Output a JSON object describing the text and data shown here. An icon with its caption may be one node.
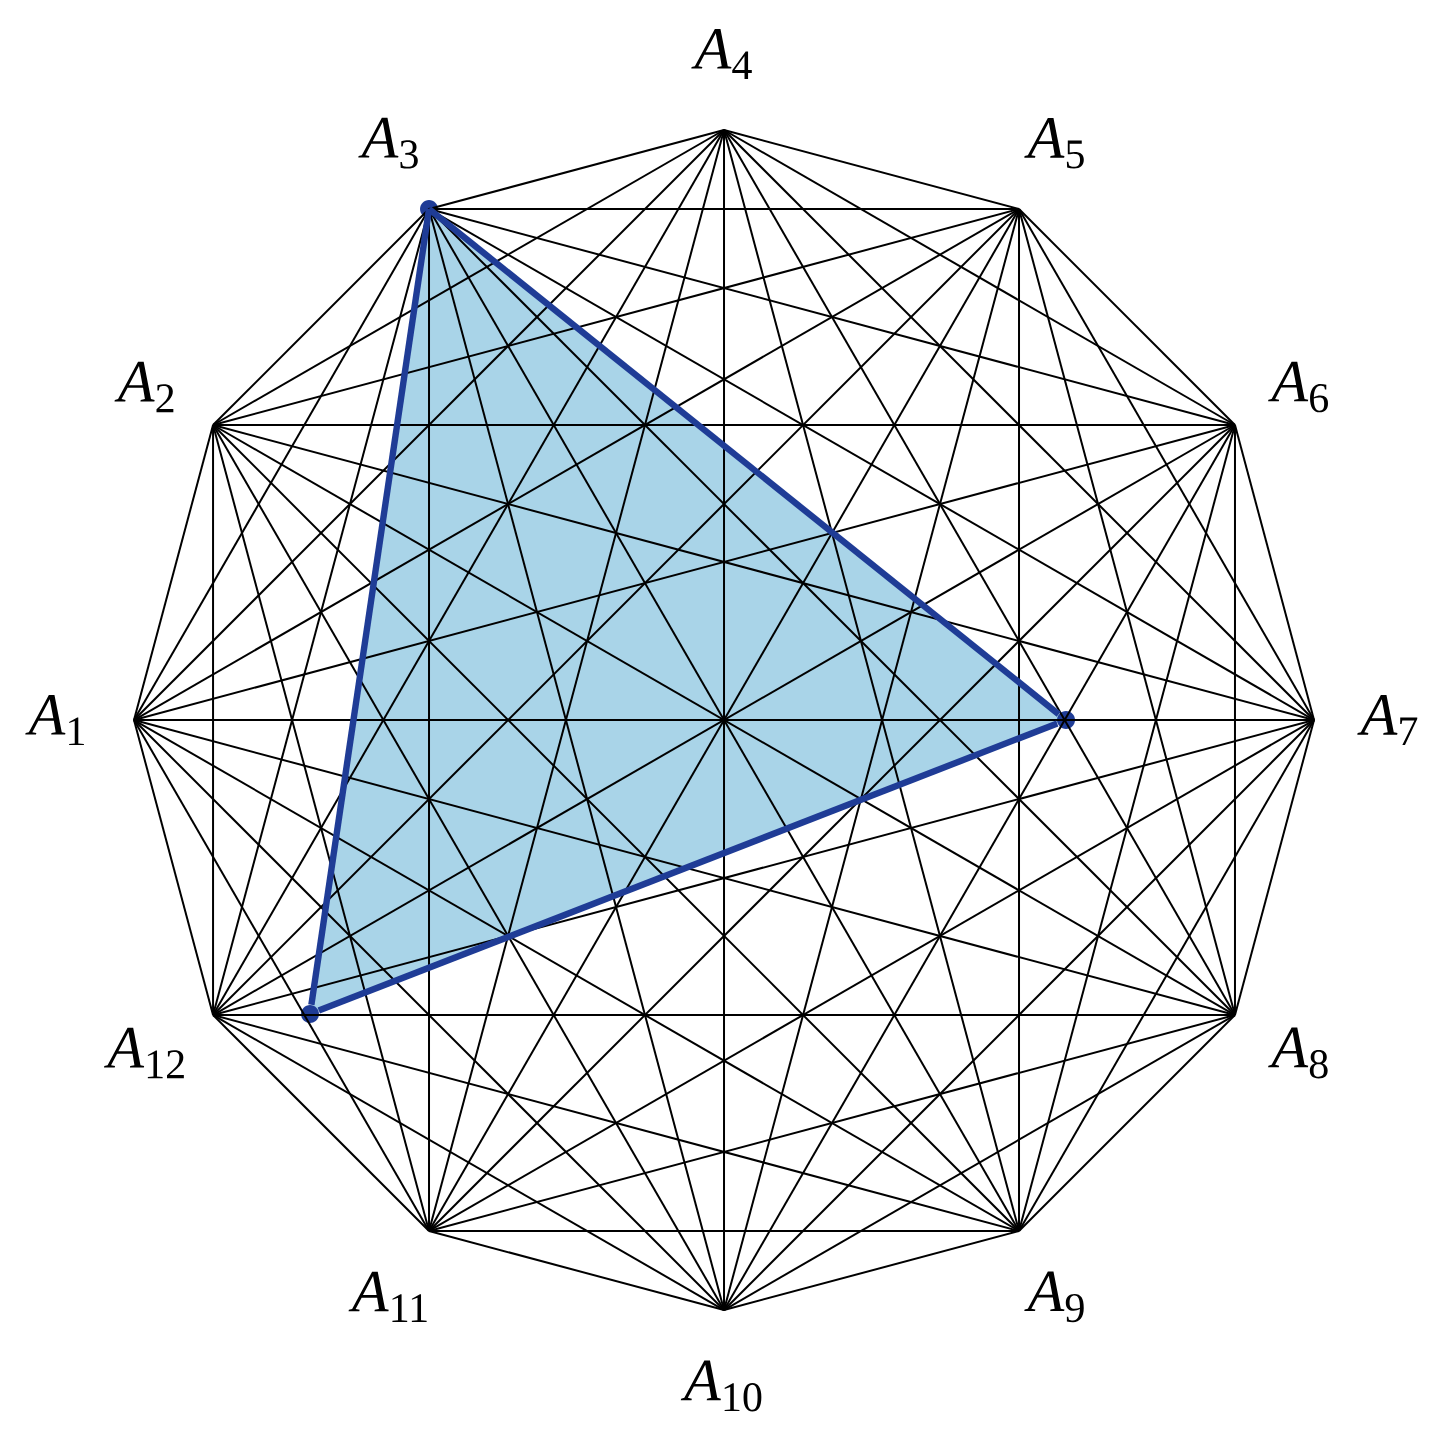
{
  "diagram": {
    "nodes": [
      {
        "text": [
          "*A*$_{1}$"
        ]
      },
      {
        "text": [
          "*A*$_{2}$"
        ]
      },
      {
        "text": [
          "*A*$_{3}$"
        ]
      },
      {
        "text": [
          "*A*$_{4}$"
        ]
      },
      {
        "text": [
          "*A*$_{5}$"
        ]
      },
      {
        "text": [
          "*A*$_{6}$"
        ]
      },
      {
        "text": [
          "*A*$_{7}$"
        ]
      },
      {
        "text": [
          "*A*$_{8}$"
        ]
      },
      {
        "text": [
          "*A*$_{9}$"
        ]
      },
      {
        "text": [
          "*A*$_{10}$"
        ]
      },
      {
        "text": [
          "*A*$_{11}$"
        ]
      },
      {
        "text": [
          "*A*$_{12}$"
        ]
      },
      {
        "text": [],
        "shape": "circle"
      },
      {
        "text": [],
        "shape": "circle"
      }
    ],
    "edges": [
      {
        "from": 0,
        "to": 1,
        "arrow": "none"
      },
      {
        "from": 0,
        "to": 2,
        "arrow": "none"
      },
      {
        "from": 0,
        "to": 3,
        "arrow": "none"
      },
      {
        "from": 0,
        "to": 4,
        "arrow": "none"
      },
      {
        "from": 0,
        "to": 5,
        "arrow": "none"
      },
      {
        "from": 0,
        "to": 6,
        "arrow": "none"
      },
      {
        "from": 0,
        "to": 7,
        "arrow": "none"
      },
      {
        "from": 0,
        "to": 8,
        "arrow": "none"
      },
      {
        "from": 0,
        "to": 9,
        "arrow": "none"
      },
      {
        "from": 0,
        "to": 10,
        "arrow": "none"
      },
      {
        "from": 0,
        "to": 11,
        "arrow": "none"
      },
      {
        "from": 1,
        "to": 2,
        "arrow": "none"
      },
      {
        "from": 1,
        "to": 3,
        "arrow": "none"
      },
      {
        "from": 1,
        "to": 4,
        "arrow": "none"
      },
      {
        "from": 1,
        "to": 5,
        "arrow": "none"
      },
      {
        "from": 1,
        "to": 6,
        "arrow": "none"
      },
      {
        "from": 1,
        "to": 7,
        "arrow": "none"
      },
      {
        "from": 1,
        "to": 8,
        "arrow": "none"
      },
      {
        "from": 1,
        "to": 9,
        "arrow": "none"
      },
      {
        "from": 1,
        "to": 10,
        "arrow": "none"
      },
      {
        "from": 1,
        "to": 11,
        "arrow": "none"
      },
      {
        "from": 2,
        "to": 3,
        "arrow": "none"
      },
      {
        "from": 2,
        "to": 4,
        "arrow": "none"
      },
      {
        "from": 2,
        "to": 5,
        "arrow": "none"
      },
      {
        "from": 2,
        "to": 6,
        "arrow": "none"
      },
      {
        "from": 2,
        "to": 7,
        "arrow": "none"
      },
      {
        "from": 2,
        "to": 8,
        "arrow": "none"
      },
      {
        "from": 2,
        "to": 9,
        "arrow": "none"
      },
      {
        "from": 2,
        "to": 10,
        "arrow": "none"
      },
      {
        "from": 2,
        "to": 11,
        "arrow": "none"
      },
      {
        "from": 3,
        "to": 4,
        "arrow": "none"
      },
      {
        "from": 3,
        "to": 5,
        "arrow": "none"
      },
      {
        "from": 3,
        "to": 6,
        "arrow": "none"
      },
      {
        "from": 3,
        "to": 7,
        "arrow": "none"
      },
      {
        "from": 3,
        "to": 8,
        "arrow": "none"
      },
      {
        "from": 3,
        "to": 9,
        "arrow": "none"
      },
      {
        "from": 3,
        "to": 10,
        "arrow": "none"
      },
      {
        "from": 3,
        "to": 11,
        "arrow": "none"
      },
      {
        "from": 4,
        "to": 5,
        "arrow": "none"
      },
      {
        "from": 4,
        "to": 6,
        "arrow": "none"
      },
      {
        "from": 4,
        "to": 7,
        "arrow": "none"
      },
      {
        "from": 4,
        "to": 8,
        "arrow": "none"
      },
      {
        "from": 4,
        "to": 9,
        "arrow": "none"
      },
      {
        "from": 4,
        "to": 10,
        "arrow": "none"
      },
      {
        "from": 4,
        "to": 11,
        "arrow": "none"
      },
      {
        "from": 5,
        "to": 6,
        "arrow": "none"
      },
      {
        "from": 5,
        "to": 7,
        "arrow": "none"
      },
      {
        "from": 5,
        "to": 8,
        "arrow": "none"
      },
      {
        "from": 5,
        "to": 9,
        "arrow": "none"
      },
      {
        "from": 5,
        "to": 10,
        "arrow": "none"
      },
      {
        "from": 5,
        "to": 11,
        "arrow": "none"
      },
      {
        "from": 6,
        "to": 7,
        "arrow": "none"
      },
      {
        "from": 6,
        "to": 8,
        "arrow": "none"
      },
      {
        "from": 6,
        "to": 9,
        "arrow": "none"
      },
      {
        "from": 6,
        "to": 10,
        "arrow": "none"
      },
      {
        "from": 6,
        "to": 11,
        "arrow": "none"
      },
      {
        "from": 7,
        "to": 8,
        "arrow": "none"
      },
      {
        "from": 7,
        "to": 9,
        "arrow": "none"
      },
      {
        "from": 7,
        "to": 10,
        "arrow": "none"
      },
      {
        "from": 7,
        "to": 11,
        "arrow": "none"
      },
      {
        "from": 8,
        "to": 9,
        "arrow": "none"
      },
      {
        "from": 8,
        "to": 10,
        "arrow": "none"
      },
      {
        "from": 8,
        "to": 11,
        "arrow": "none"
      },
      {
        "from": 9,
        "to": 10,
        "arrow": "none"
      },
      {
        "from": 9,
        "to": 11,
        "arrow": "none"
      },
      {
        "from": 10,
        "to": 11,
        "arrow": "none"
      },
      {
        "from": 2,
        "to": 12,
        "arrow": "none",
        "style": "thick",
        "color": "#1f3c96"
      },
      {
        "from": 12,
        "to": 13,
        "arrow": "none",
        "style": "thick",
        "color": "#1f3c96"
      },
      {
        "from": 13,
        "to": 2,
        "arrow": "none",
        "style": "thick",
        "color": "#1f3c96"
      }
    ]
  }
}
